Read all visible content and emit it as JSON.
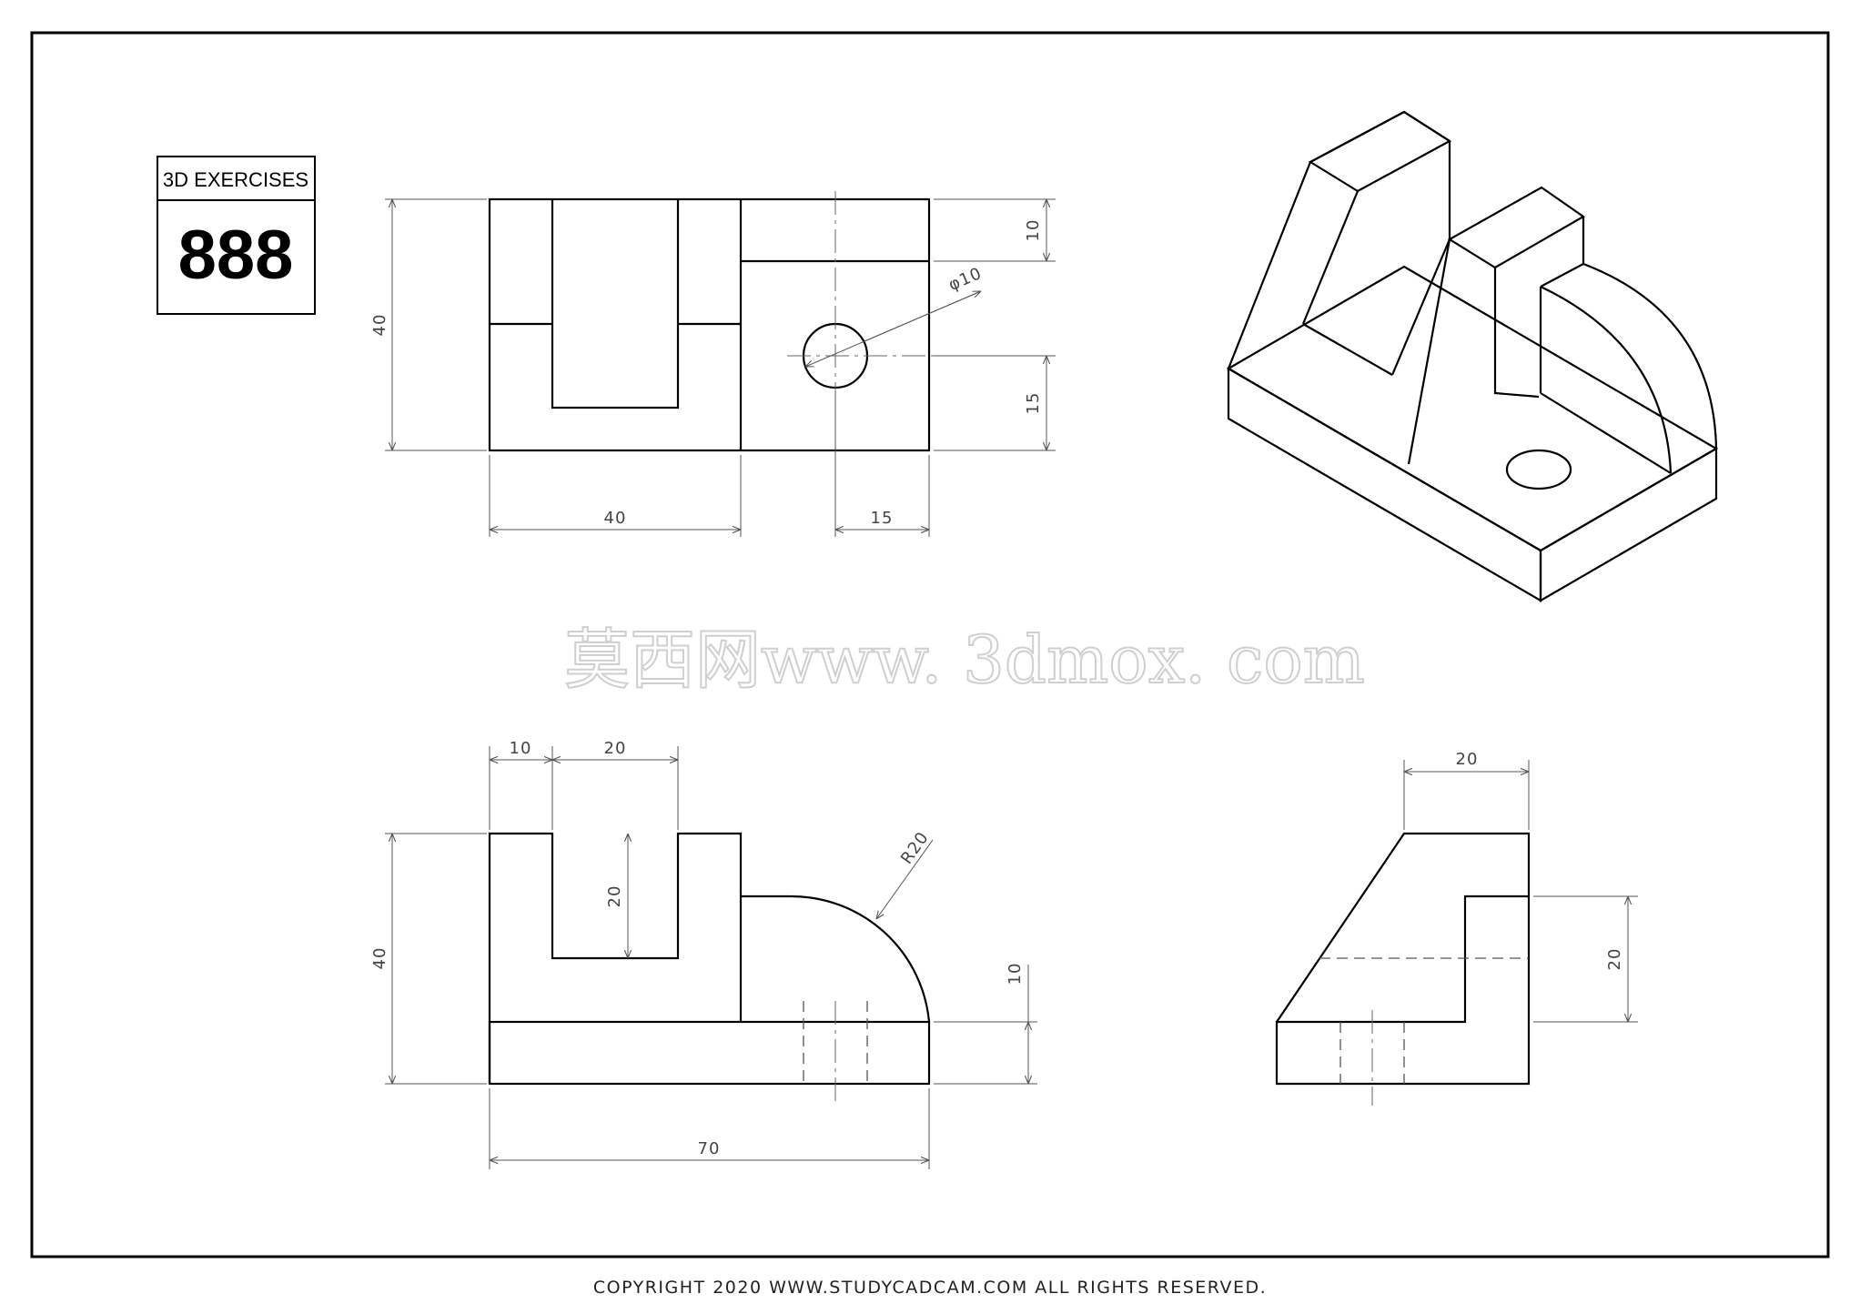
{
  "title_block": {
    "caption": "3D EXERCISES",
    "number": "888"
  },
  "dimensions": {
    "top_height": "40",
    "top_width_left": "40",
    "top_width_right": "15",
    "top_upper": "10",
    "top_lower": "15",
    "hole_dia": "φ10",
    "front_slot_left": "10",
    "front_slot_width": "20",
    "front_slot_depth": "20",
    "front_height": "40",
    "front_radius": "R20",
    "front_base": "10",
    "front_overall": "70",
    "side_top": "20",
    "side_height": "20"
  },
  "watermark": "莫西网www. 3dmox. com",
  "footer": "COPYRIGHT   2020 WWW.STUDYCADCAM.COM ALL RIGHTS RESERVED.",
  "colors": {
    "line": "#000000",
    "dimension": "#555555",
    "watermark": "#d9d9d9"
  }
}
